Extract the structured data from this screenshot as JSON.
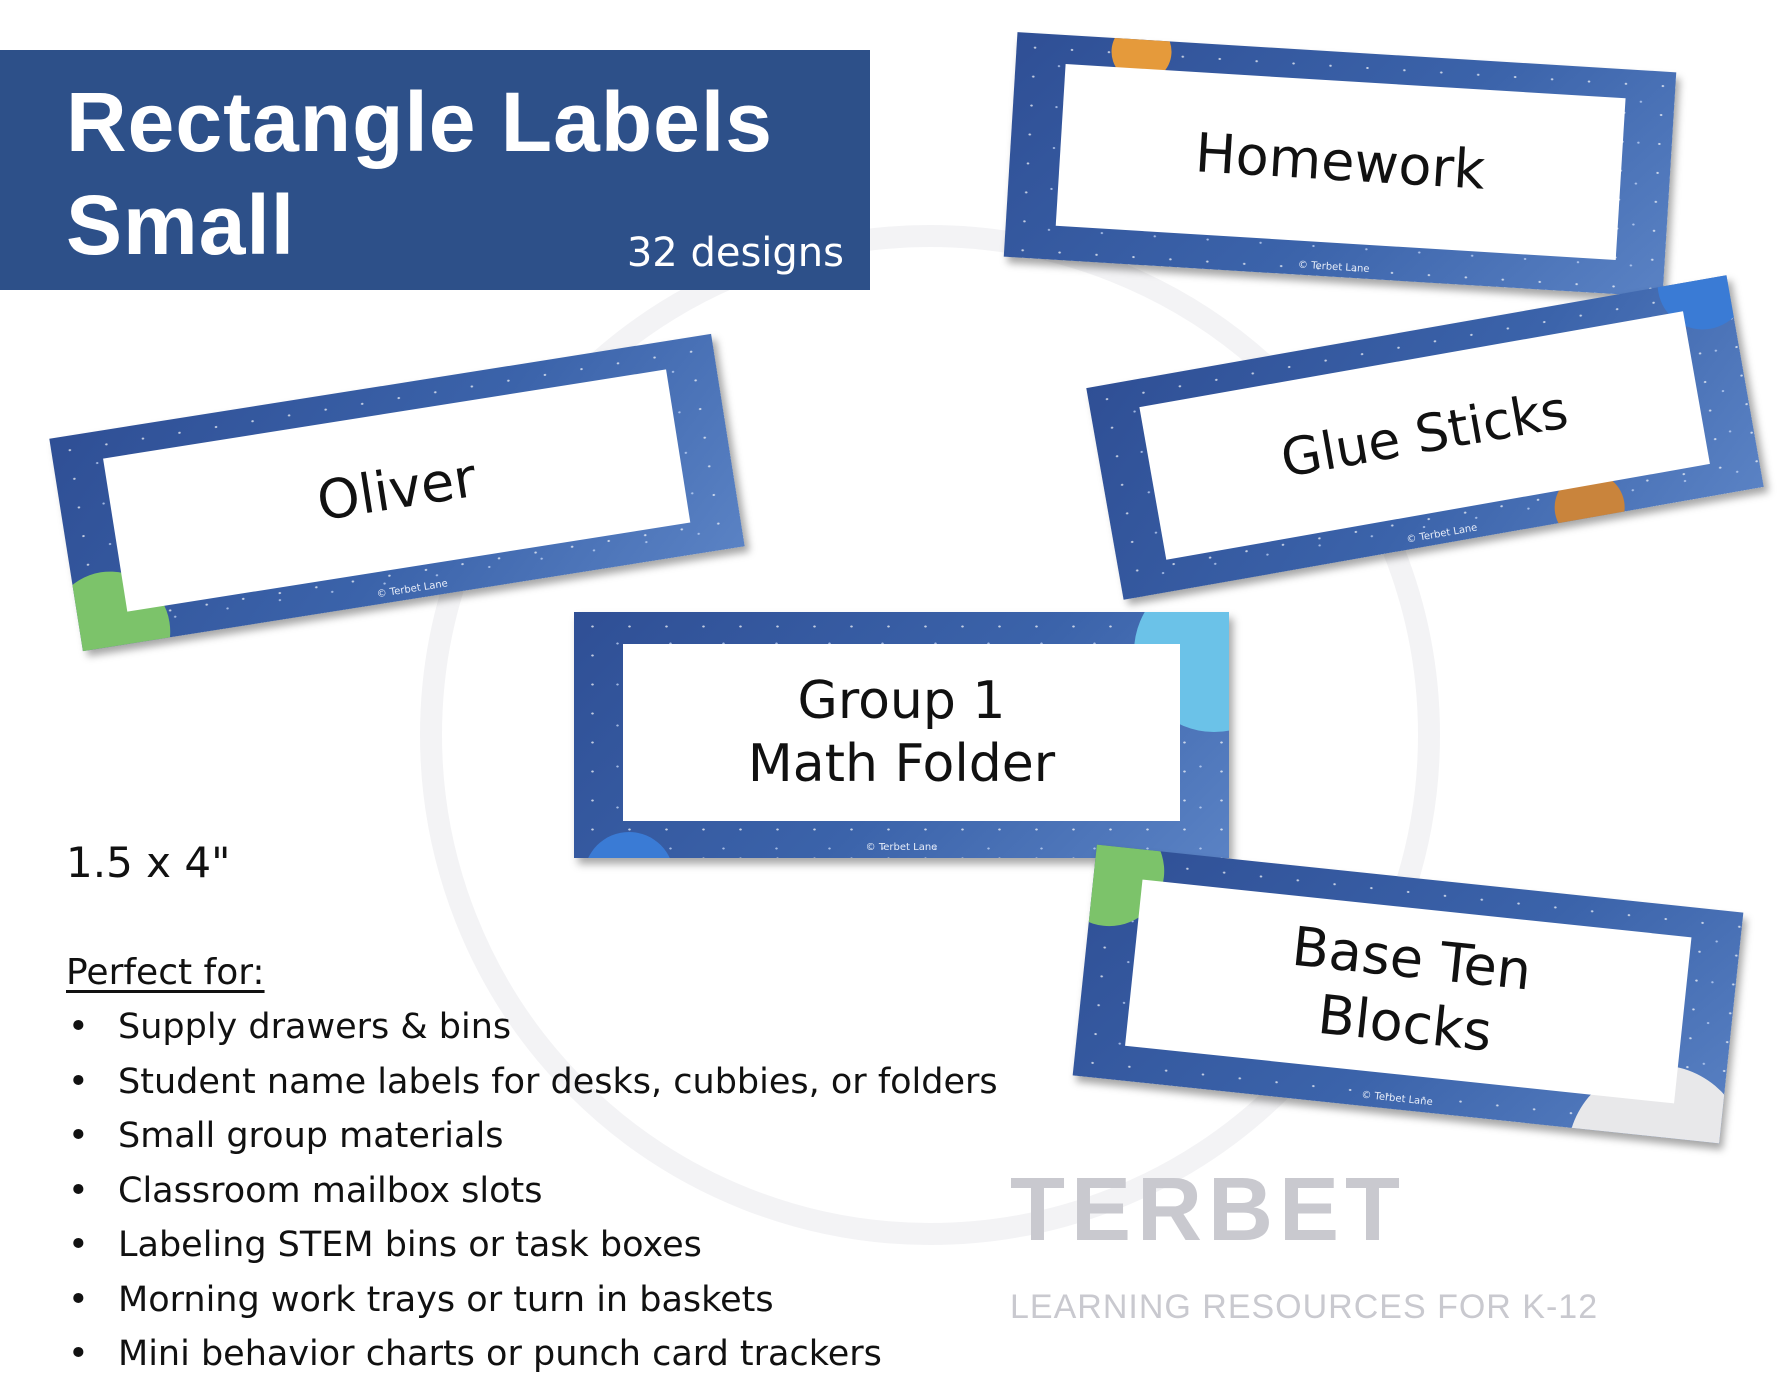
{
  "header": {
    "title_line1": "Rectangle Labels",
    "title_line2": "Small",
    "subtitle": "32 designs",
    "color": "#2d5089"
  },
  "watermark": {
    "brand": "TERBET",
    "tagline": "LEARNING RESOURCES FOR K-12"
  },
  "cards": [
    {
      "lines": [
        "Homework"
      ],
      "copyright": "© Terbet Lane"
    },
    {
      "lines": [
        "Glue Sticks"
      ],
      "copyright": "© Terbet Lane"
    },
    {
      "lines": [
        "Oliver"
      ],
      "copyright": "© Terbet Lane"
    },
    {
      "lines": [
        "Group 1",
        "Math Folder"
      ],
      "copyright": "© Terbet Lane"
    },
    {
      "lines": [
        "Base Ten",
        "Blocks"
      ],
      "copyright": "© Terbet Lane"
    }
  ],
  "size_text": "1.5 x 4\"",
  "perfect_for": {
    "heading": "Perfect for:",
    "items": [
      "Supply drawers & bins",
      "Student name labels for desks, cubbies, or folders",
      "Small group materials",
      "Classroom mailbox slots",
      "Labeling STEM bins or task boxes",
      "Morning work trays or turn in baskets",
      "Mini behavior charts or punch card trackers"
    ]
  }
}
